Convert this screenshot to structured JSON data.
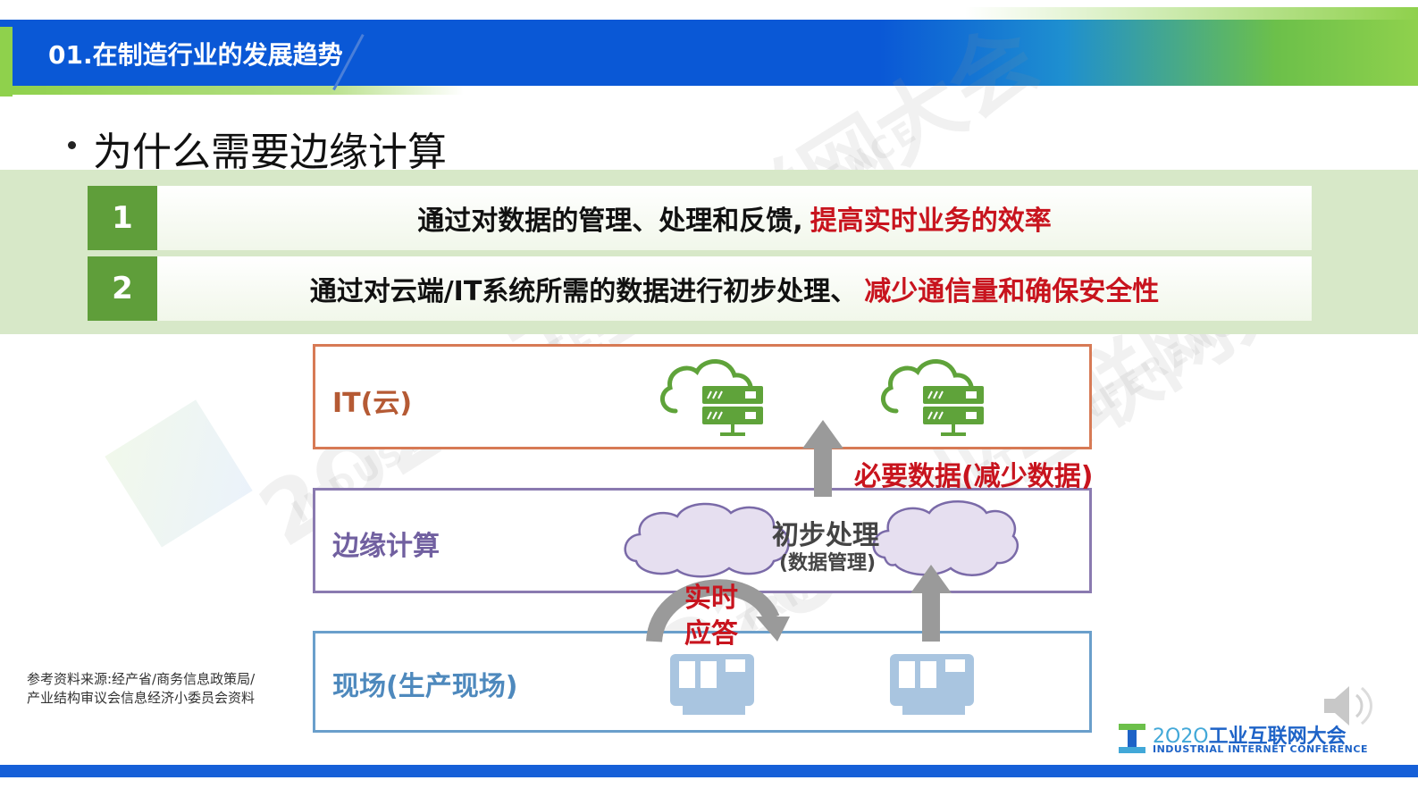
{
  "header": {
    "title": "01.在制造行业的发展趋势"
  },
  "bullet": {
    "title": "为什么需要边缘计算"
  },
  "reasons": [
    {
      "number": "1",
      "text": "通过对数据的管理、处理和反馈,",
      "highlight": "提高实时业务的效率"
    },
    {
      "number": "2",
      "text": "通过对云端/IT系统所需的数据进行初步处理、",
      "highlight": "减少通信量和确保安全性"
    }
  ],
  "layers": {
    "it": "IT(云)",
    "edge": "边缘计算",
    "field": "现场(生产现场)"
  },
  "annotations": {
    "necessary_data": "必要数据(减少数据)",
    "processing_title": "初步处理",
    "processing_sub": "(数据管理)",
    "realtime_line1": "实时",
    "realtime_line2": "应答"
  },
  "source": {
    "line1": "参考资料来源:经产省/商务信息政策局/",
    "line2": "产业结构审议会信息经济小委员会资料"
  },
  "logo": {
    "year": "2O2O",
    "title": "工业互联网大会",
    "subtitle": "INDUSTRIAL INTERNET CONFERENCE"
  },
  "watermark": {
    "line1": "2O2O 工业互联网大会",
    "line2": "INDUSTRIAL INTERNET CONFERENCE"
  },
  "icons": [
    "cloud-server-icon",
    "cloud-server-icon",
    "machine-icon",
    "machine-icon",
    "speaker-icon"
  ],
  "colors": {
    "header_blue": "#0a58d6",
    "accent_green": "#5f9e3a",
    "highlight_red": "#c8141e"
  }
}
